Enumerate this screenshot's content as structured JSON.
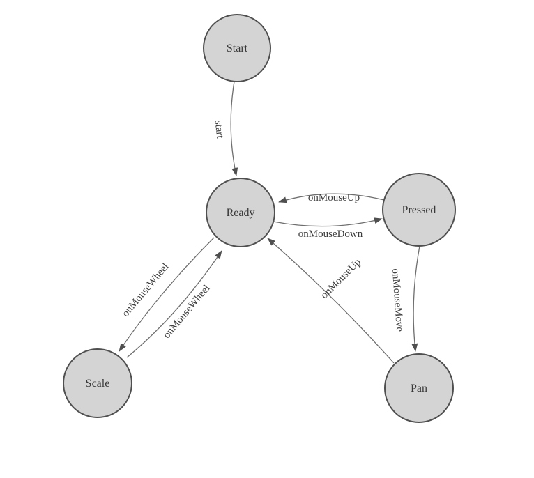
{
  "diagram": {
    "type": "state-machine",
    "nodes": [
      {
        "id": "start",
        "label": "Start"
      },
      {
        "id": "ready",
        "label": "Ready"
      },
      {
        "id": "pressed",
        "label": "Pressed"
      },
      {
        "id": "scale",
        "label": "Scale"
      },
      {
        "id": "pan",
        "label": "Pan"
      }
    ],
    "edges": [
      {
        "from": "Start",
        "to": "Ready",
        "label": "start"
      },
      {
        "from": "Pressed",
        "to": "Ready",
        "label": "onMouseUp"
      },
      {
        "from": "Ready",
        "to": "Pressed",
        "label": "onMouseDown"
      },
      {
        "from": "Ready",
        "to": "Scale",
        "label": "onMouseWheel"
      },
      {
        "from": "Scale",
        "to": "Ready",
        "label": "onMouseWheel"
      },
      {
        "from": "Pan",
        "to": "Ready",
        "label": "onMouseUp"
      },
      {
        "from": "Pressed",
        "to": "Pan",
        "label": "onMouseMove"
      }
    ],
    "colors": {
      "node_fill": "#d4d4d4",
      "node_stroke": "#4f4f4f",
      "edge_stroke": "#6e6e6e",
      "arrow_fill": "#4f4f4f",
      "text": "#3d3d3d",
      "background": "#ffffff"
    }
  }
}
